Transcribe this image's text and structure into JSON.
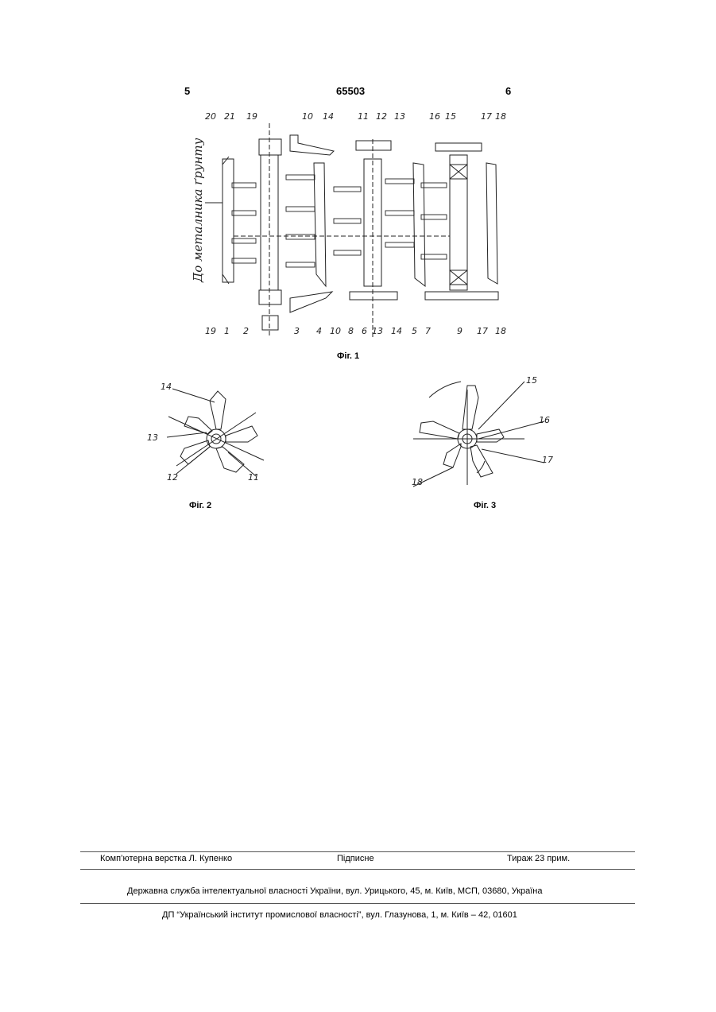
{
  "header": {
    "left": "5",
    "center": "65503",
    "right": "6"
  },
  "figures": {
    "fig1": {
      "caption": "Фіг. 1",
      "vertical_label": "До металника ґрунту",
      "top_labels": [
        "20",
        "21",
        "19",
        "10",
        "14",
        "11",
        "12",
        "13",
        "16",
        "15",
        "17",
        "18"
      ],
      "bottom_labels": [
        "19",
        "1",
        "2",
        "3",
        "4",
        "10",
        "8",
        "6",
        "13",
        "14",
        "5",
        "7",
        "9",
        "17",
        "18"
      ]
    },
    "fig2": {
      "caption": "Фіг. 2",
      "labels": [
        "14",
        "13",
        "12",
        "11"
      ]
    },
    "fig3": {
      "caption": "Фіг. 3",
      "labels": [
        "15",
        "16",
        "17",
        "18"
      ]
    }
  },
  "footer": {
    "typesetter": "Комп’ютерна верстка Л. Купенко",
    "signed": "Підписне",
    "circulation": "Тираж 23 прим.",
    "line2": "Державна служба інтелектуальної власності України, вул. Урицького, 45, м. Київ, МСП, 03680, Україна",
    "line3": "ДП “Український інститут промислової власності”, вул. Глазунова, 1, м. Київ – 42, 01601"
  }
}
